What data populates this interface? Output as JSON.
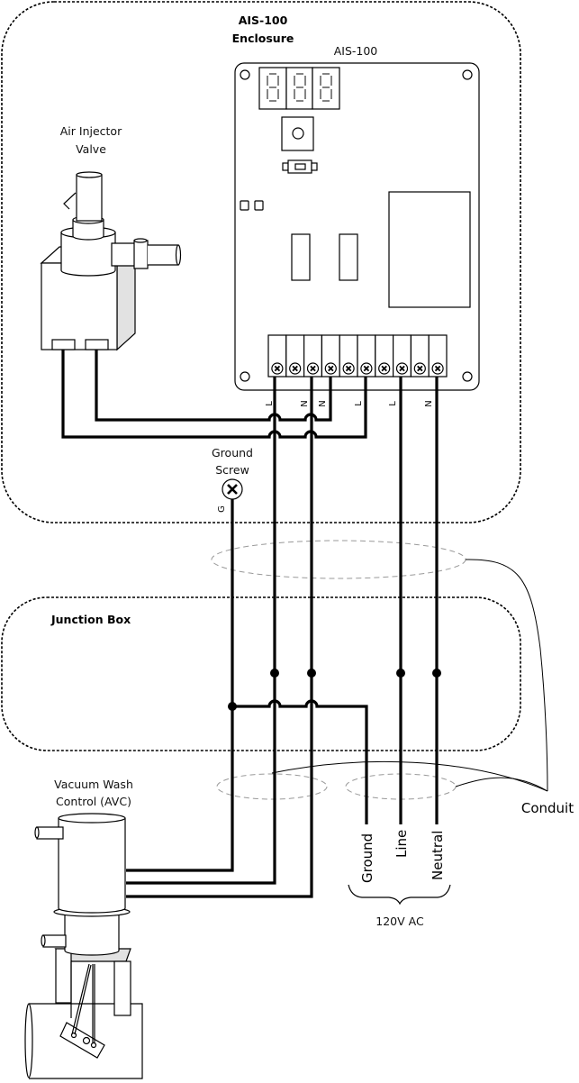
{
  "diagram": {
    "type": "wiring-diagram",
    "enclosure": {
      "title_line1": "AIS-100",
      "title_line2": "Enclosure"
    },
    "board": {
      "label": "AIS-100",
      "display_digits": 3,
      "terminal_count": 10,
      "terminal_labels": [
        "L",
        "N",
        "N",
        "L",
        "L",
        "N"
      ]
    },
    "air_injector_valve": {
      "label_line1": "Air Injector",
      "label_line2": "Valve"
    },
    "ground_screw": {
      "label_line1": "Ground",
      "label_line2": "Screw",
      "wire_label": "G"
    },
    "junction_box": {
      "label": "Junction Box"
    },
    "vacuum_wash_control": {
      "label_line1": "Vacuum Wash",
      "label_line2": "Control (AVC)"
    },
    "supply": {
      "wires": [
        "Ground",
        "Line",
        "Neutral"
      ],
      "voltage_label": "120V AC"
    },
    "conduit": {
      "label": "Conduit"
    }
  }
}
